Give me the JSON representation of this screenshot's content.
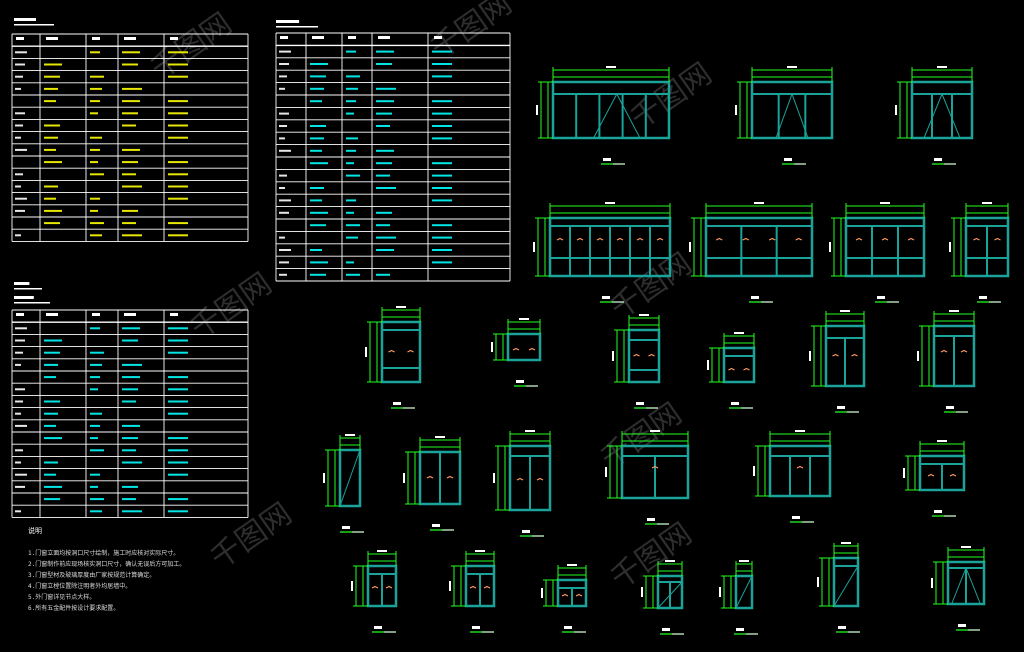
{
  "colors": {
    "background": "#000000",
    "table_lines": "#ffffff",
    "text_yellow": "#ffff00",
    "text_cyan": "#00ffff",
    "frame_teal": "#1aa39a",
    "dimension_green": "#22ff22",
    "glass_marker": "#ff9966",
    "watermark": "#3a3a3a"
  },
  "watermark_text": "千图网",
  "notes_heading": "说明",
  "notes": [
    "1.门窗立面均按洞口尺寸绘制，施工时应核对实际尺寸。",
    "2.门窗制作前应现场核实洞口尺寸，确认无误后方可加工。",
    "3.门窗型材及玻璃厚度由厂家按规范计算确定。",
    "4.门窗立樘位置除注明者外均居墙中。",
    "5.外门窗详见节点大样。",
    "6.所有五金配件按设计要求配置。"
  ]
}
